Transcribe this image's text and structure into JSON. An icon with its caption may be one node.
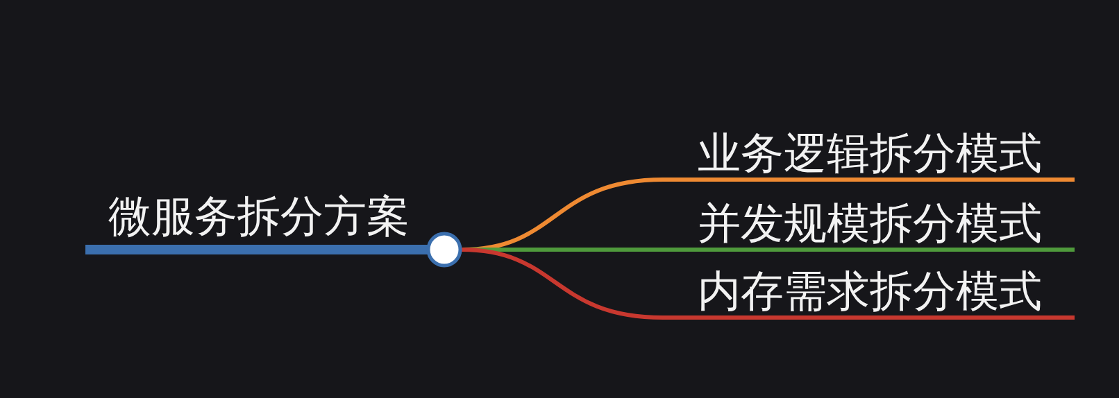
{
  "diagram": {
    "nodes": [
      {
        "text": [
          "微服务拆分方案"
        ]
      },
      {
        "text": [
          "业务逻辑拆分模式"
        ]
      },
      {
        "text": [
          "并发规模拆分模式"
        ]
      },
      {
        "text": [
          "内存需求拆分模式"
        ]
      }
    ],
    "edges": [
      {
        "from": 0,
        "to": 1,
        "arrow": "none",
        "color": "#ef8a32"
      },
      {
        "from": 0,
        "to": 2,
        "arrow": "none",
        "color": "#4f9a3c"
      },
      {
        "from": 0,
        "to": 3,
        "arrow": "none",
        "color": "#c8382f"
      }
    ]
  }
}
